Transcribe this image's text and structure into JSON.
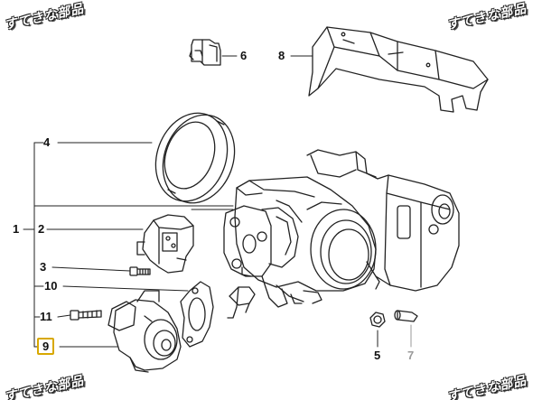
{
  "watermarks": [
    "すてきな部品",
    "すてきな部品",
    "すてきな部品",
    "すてきな部品"
  ],
  "callouts": {
    "c1": "1",
    "c2": "2",
    "c3": "3",
    "c4": "4",
    "c5": "5",
    "c6": "6",
    "c7": "7",
    "c8": "8",
    "c9": "9",
    "c10": "10",
    "c11": "11"
  },
  "colors": {
    "line": "#222222",
    "muted": "#9a9a9a",
    "highlight": "#d8a800"
  }
}
